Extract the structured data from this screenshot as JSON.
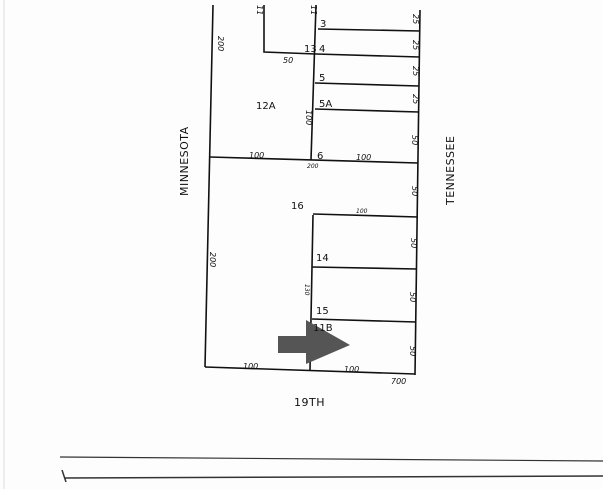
{
  "streets": {
    "west": "MINNESOTA",
    "east": "TENNESSEE",
    "south": "19TH"
  },
  "lots": {
    "l3": "3",
    "l13": "13",
    "l4": "4",
    "l5": "5",
    "l5a": "5A",
    "l12a": "12A",
    "l6": "6",
    "l16": "16",
    "l14": "14",
    "l15": "15",
    "l11b": "11B"
  },
  "dimensions": {
    "west_upper": "200",
    "west_lower": "200",
    "top_left": "11",
    "top_mid": "11",
    "east_3": "25",
    "east_4": "25",
    "east_5": "25",
    "east_5a": "25",
    "east_6": "50",
    "lot13_bottom": "50",
    "inner_upper": "100",
    "mid_left": "100",
    "mid_right": "100",
    "mid_center": "200",
    "east_16": "50",
    "lot14_top": "100",
    "east_14": "50",
    "inner_lower": "130",
    "east_15": "50",
    "east_11b": "50",
    "bottom_left": "100",
    "bottom_right": "100",
    "bottom_total": "700"
  },
  "colors": {
    "lines": "#111111",
    "arrow": "#555555"
  }
}
